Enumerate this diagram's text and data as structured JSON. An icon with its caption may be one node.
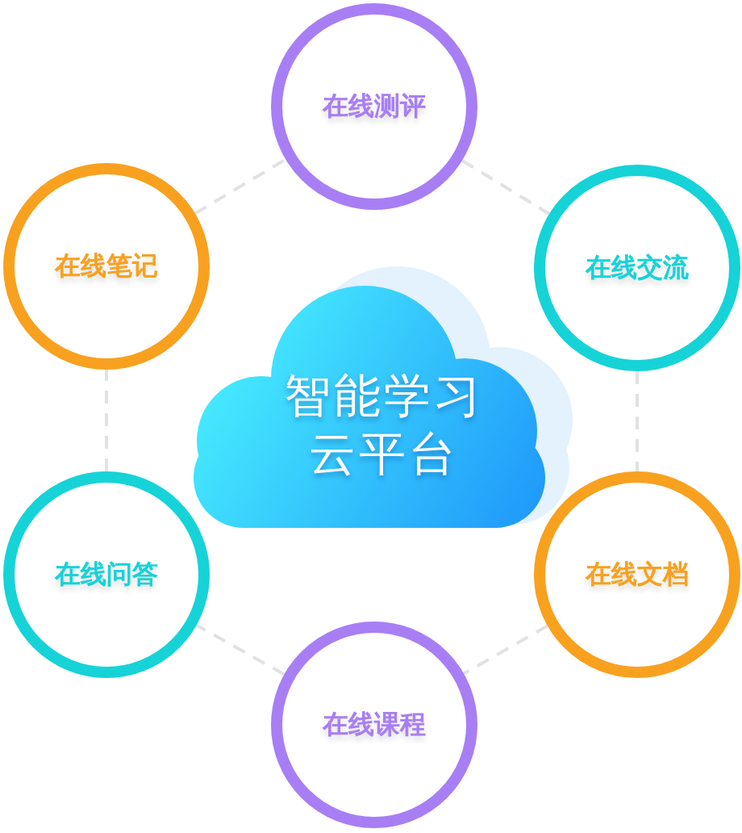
{
  "diagram": {
    "nodes": [
      {
        "text": [
          "在线测评"
        ]
      },
      {
        "text": [
          "在线笔记"
        ]
      },
      {
        "text": [
          "在线交流"
        ]
      },
      {
        "text": [
          "智能学习云平台"
        ]
      },
      {
        "text": [
          "在线问答"
        ]
      },
      {
        "text": [
          "在线文档"
        ]
      },
      {
        "text": [
          "在线课程"
        ]
      }
    ],
    "edges": [
      {
        "from": 0,
        "to": 2,
        "arrow": "none",
        "style": "dashed"
      },
      {
        "from": 2,
        "to": 5,
        "arrow": "none",
        "style": "dashed"
      },
      {
        "from": 5,
        "to": 6,
        "arrow": "none",
        "style": "dashed"
      },
      {
        "from": 6,
        "to": 4,
        "arrow": "none",
        "style": "dashed"
      },
      {
        "from": 4,
        "to": 1,
        "arrow": "none",
        "style": "dashed"
      },
      {
        "from": 1,
        "to": 0,
        "arrow": "none",
        "style": "dashed"
      }
    ]
  }
}
